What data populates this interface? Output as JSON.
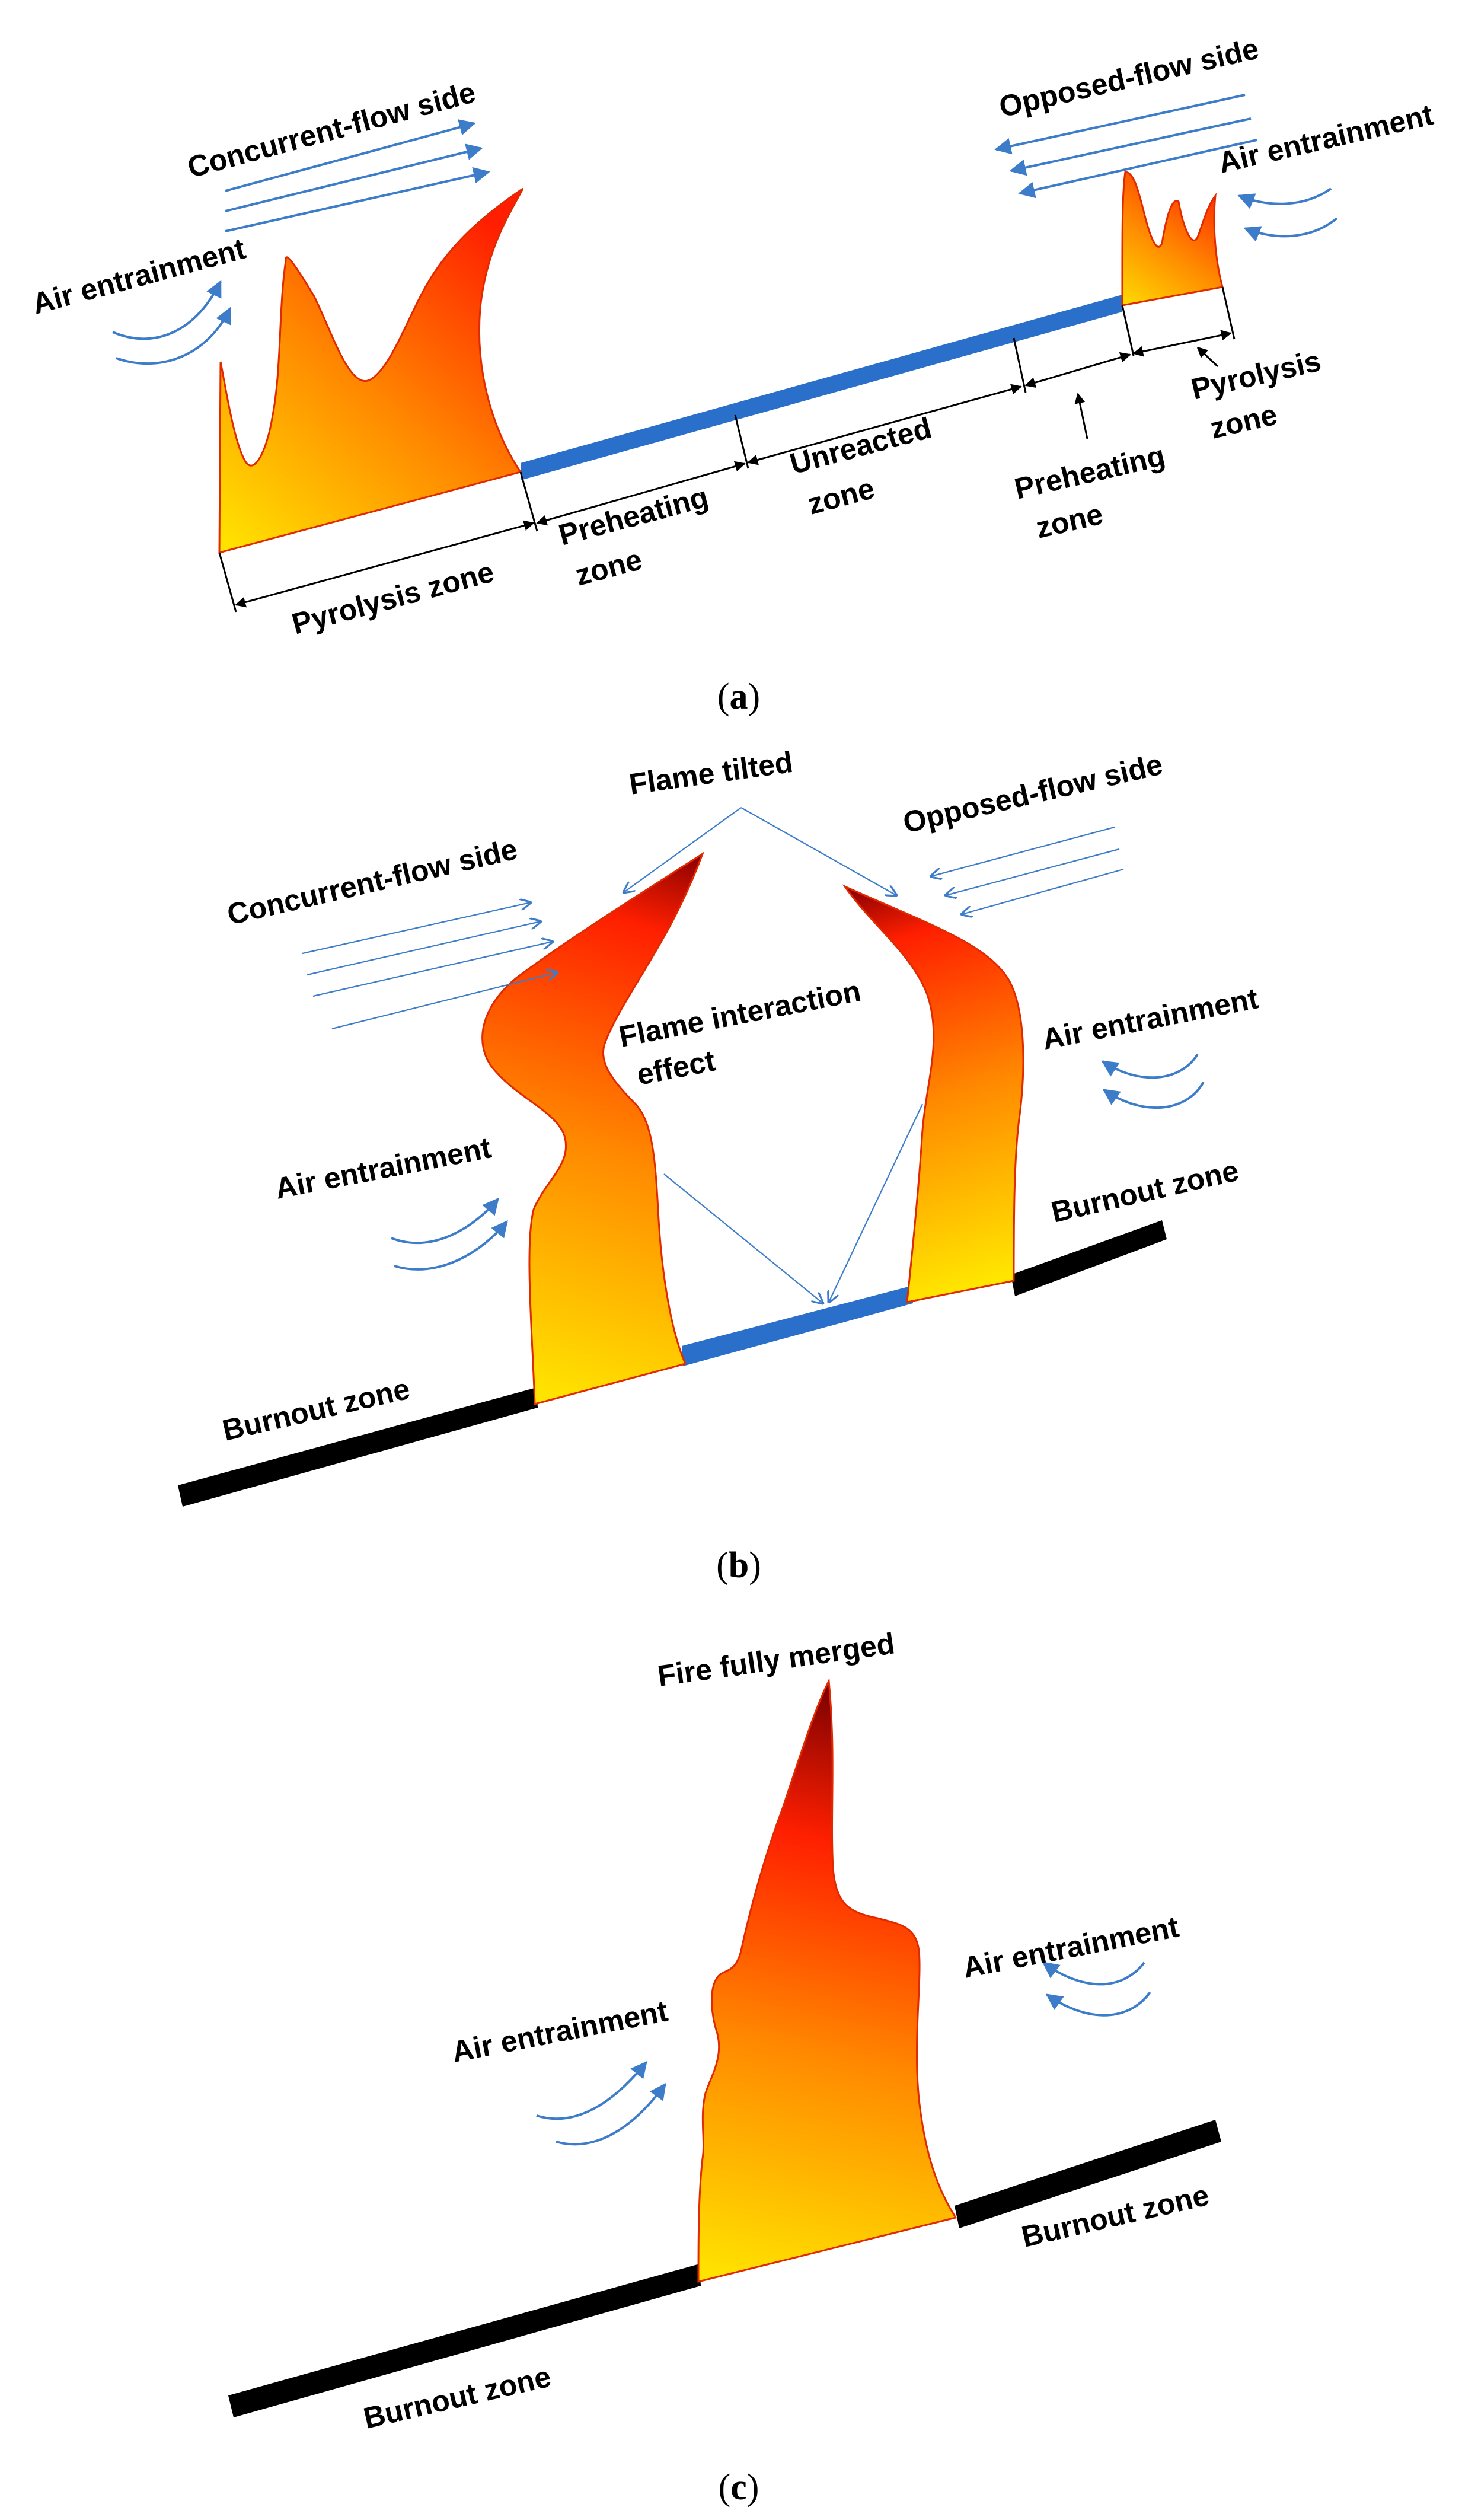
{
  "colors": {
    "fuel_unreacted": "#2a6fc9",
    "burnout_strip": "#000000",
    "flow_arrow": "#3d7cc9",
    "flame_base": "#ffe600",
    "flame_mid": "#ff8a00",
    "flame_top": "#ff1f00",
    "flame_tip": "#7a0000"
  },
  "icons": {
    "flow_arrow": "arrow-right-icon",
    "entrainment": "curved-arrow-icon"
  },
  "panel_a": {
    "concurrent_flow_side": "Concurrent-flow side",
    "opposed_flow_side": "Opposed-flow side",
    "air_entrainment_left": "Air entrainment",
    "air_entrainment_right": "Air entrainment",
    "pyrolysis_zone_left": "Pyrolysis zone",
    "preheating_left_1": "Preheating",
    "preheating_left_2": "zone",
    "unreacted_1": "Unreacted",
    "unreacted_2": "zone",
    "preheating_right_1": "Preheating",
    "preheating_right_2": "zone",
    "pyrolysis_right_1": "Pyrolysis",
    "pyrolysis_right_2": "zone",
    "caption_open": "(",
    "caption_letter": "a",
    "caption_close": ")"
  },
  "panel_b": {
    "flame_tilted": "Flame tilted",
    "concurrent_flow_side": "Concurrent-flow side",
    "opposed_flow_side": "Opposed-flow side",
    "interaction_1": "Flame interaction",
    "interaction_2": "effect",
    "air_entrainment_left": "Air entrainment",
    "air_entrainment_right": "Air entrainment",
    "burnout_left": "Burnout zone",
    "burnout_right": "Burnout zone",
    "caption_open": "(",
    "caption_letter": "b",
    "caption_close": ")"
  },
  "panel_c": {
    "fire_fully_merged": "Fire fully merged",
    "air_entrainment_left": "Air entrainment",
    "air_entrainment_right": "Air entrainment",
    "burnout_left": "Burnout zone",
    "burnout_right": "Burnout zone",
    "caption_open": "(",
    "caption_letter": "c",
    "caption_close": ")"
  }
}
